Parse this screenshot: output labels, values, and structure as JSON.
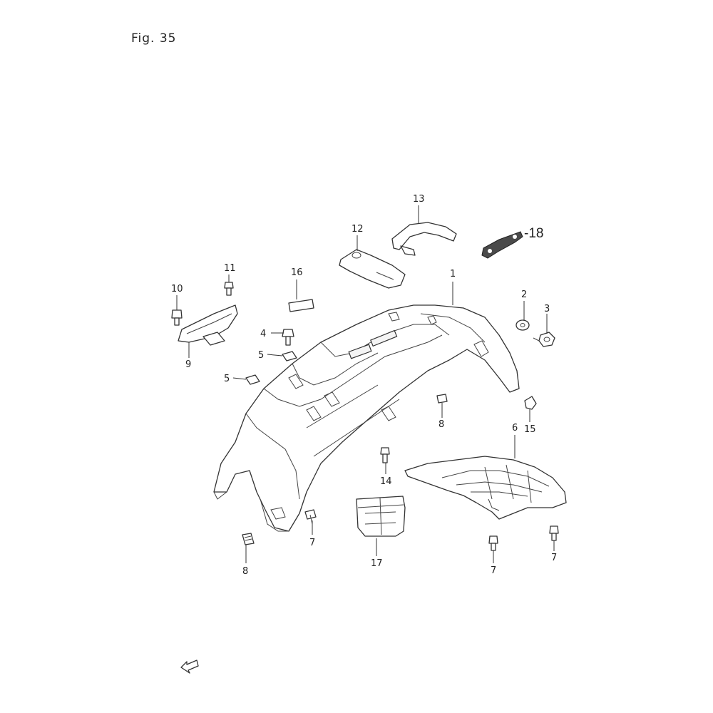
{
  "figure": {
    "title": "Fig. 35"
  },
  "callouts": [
    {
      "id": "c1",
      "label": "1"
    },
    {
      "id": "c2",
      "label": "2"
    },
    {
      "id": "c3",
      "label": "3"
    },
    {
      "id": "c4",
      "label": "4"
    },
    {
      "id": "c5a",
      "label": "5"
    },
    {
      "id": "c5b",
      "label": "5"
    },
    {
      "id": "c6",
      "label": "6"
    },
    {
      "id": "c7a",
      "label": "7"
    },
    {
      "id": "c7b",
      "label": "7"
    },
    {
      "id": "c7c",
      "label": "7"
    },
    {
      "id": "c8a",
      "label": "8"
    },
    {
      "id": "c8b",
      "label": "8"
    },
    {
      "id": "c9",
      "label": "9"
    },
    {
      "id": "c10",
      "label": "10"
    },
    {
      "id": "c11",
      "label": "11"
    },
    {
      "id": "c12",
      "label": "12"
    },
    {
      "id": "c13",
      "label": "13"
    },
    {
      "id": "c14",
      "label": "14"
    },
    {
      "id": "c15",
      "label": "15"
    },
    {
      "id": "c16",
      "label": "16"
    },
    {
      "id": "c17",
      "label": "17"
    },
    {
      "id": "c18",
      "label": "-18"
    }
  ]
}
